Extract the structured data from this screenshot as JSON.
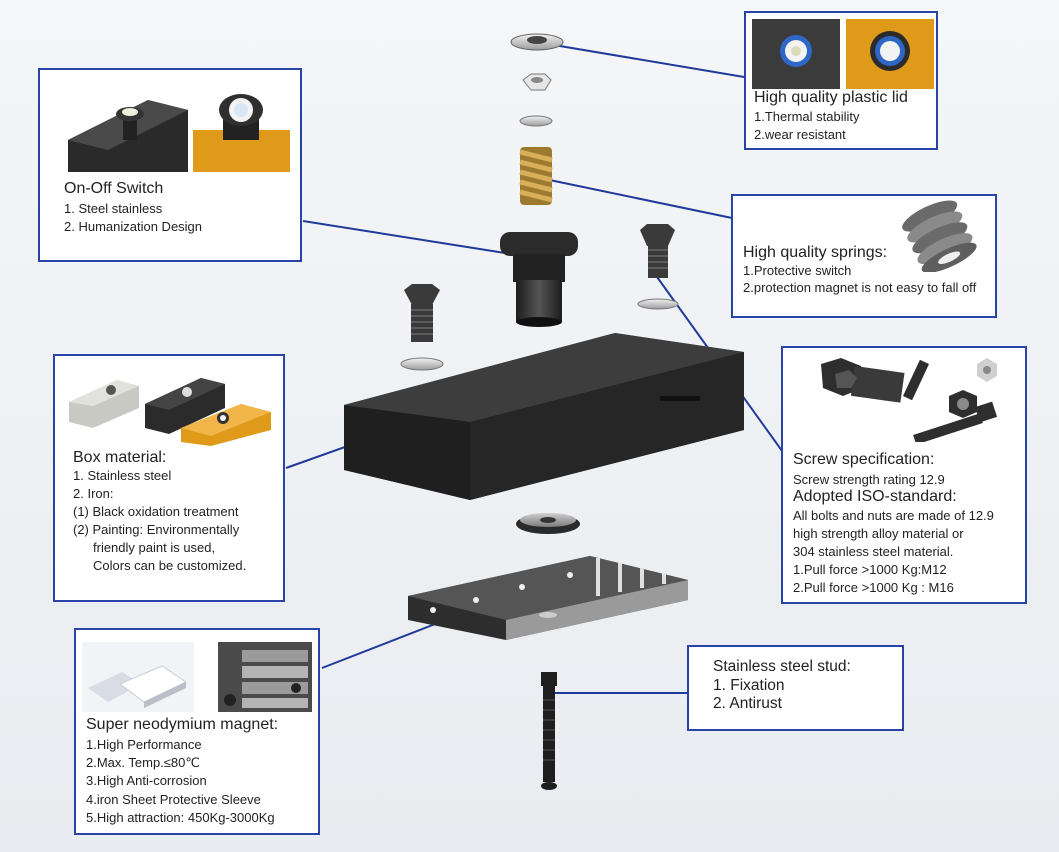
{
  "colors": {
    "box_border": "#2a43a6",
    "leader_line": "#1f3a9a",
    "steel_dark": "#2a2a2a",
    "orange_part": "#e09a1a",
    "spring_gold": "#b68a35"
  },
  "callouts": {
    "plastic_lid": {
      "title": "High quality plastic lid",
      "lines": [
        "1.Thermal stability",
        "2.wear resistant"
      ]
    },
    "switch": {
      "title": "On-Off Switch",
      "lines": [
        "1. Steel stainless",
        "2. Humanization Design"
      ]
    },
    "springs": {
      "title": "High quality springs:",
      "lines": [
        "1.Protective switch",
        "2.protection magnet is not easy to fall off"
      ]
    },
    "box": {
      "title": "Box material:",
      "lines": [
        "1. Stainless steel",
        "2. Iron:",
        "(1) Black oxidation treatment",
        "(2) Painting: Environmentally",
        "friendly paint is used,",
        "Colors can be customized."
      ]
    },
    "screw": {
      "title": "Screw specification:",
      "line1": "Screw strength rating 12.9",
      "title2": "Adopted ISO-standard:",
      "lines": [
        "All bolts and nuts are made of 12.9",
        "high strength alloy material or",
        "304 stainless steel material.",
        "1.Pull force >1000 Kg:M12",
        "2.Pull force >1000 Kg : M16"
      ]
    },
    "magnet": {
      "title": "Super neodymium magnet:",
      "lines": [
        "1.High Performance",
        "2.Max. Temp.≤80℃",
        "3.High Anti-corrosion",
        "4.iron Sheet Protective Sleeve",
        "5.High attraction: 450Kg-3000Kg"
      ]
    },
    "stud": {
      "title": "Stainless steel stud:",
      "lines": [
        "1. Fixation",
        "2. Antirust"
      ]
    }
  }
}
